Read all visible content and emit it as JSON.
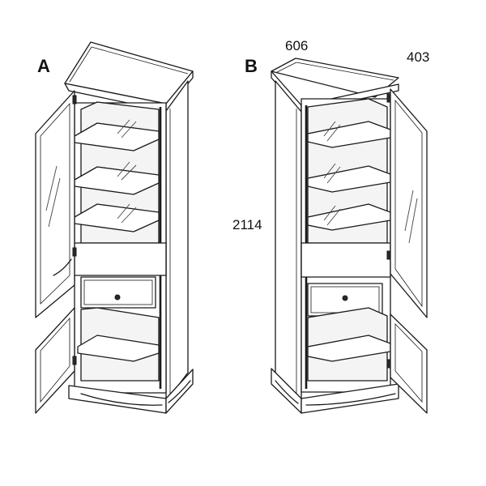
{
  "variants": [
    {
      "label": "A"
    },
    {
      "label": "B"
    }
  ],
  "dimensions": {
    "width": "606",
    "depth": "403",
    "height": "2114"
  }
}
